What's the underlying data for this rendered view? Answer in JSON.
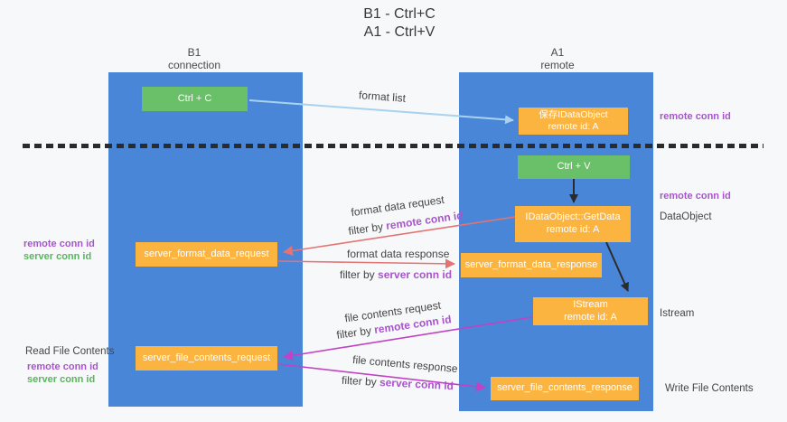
{
  "title": {
    "line1": "B1 - Ctrl+C",
    "line2": "A1 - Ctrl+V"
  },
  "columns": {
    "left": {
      "name": "B1",
      "role": "connection"
    },
    "right": {
      "name": "A1",
      "role": "remote"
    }
  },
  "nodes": {
    "ctrl_c": "Ctrl + C",
    "ctrl_v": "Ctrl + V",
    "save_dataobject_line1": "保存IDataObject",
    "save_dataobject_line2": "remote id: A",
    "getdata_line1": "IDataObject::GetData",
    "getdata_line2": "remote id: A",
    "istream_line1": "IStream",
    "istream_line2": "remote id: A",
    "format_request": "server_format_data_request",
    "format_response": "server_format_data_response",
    "file_request": "server_file_contents_request",
    "file_response": "server_file_contents_response"
  },
  "edges": {
    "format_list": "format list",
    "format_data_request": "format data request",
    "format_data_response": "format data response",
    "file_contents_request": "file contents request",
    "file_contents_response": "file contents response",
    "filter_prefix": "filter by ",
    "remote_conn_id": "remote conn id",
    "server_conn_id": "server conn id"
  },
  "side_labels": {
    "remote_conn_id": "remote conn id",
    "server_conn_id": "server conn id",
    "dataobject": "DataObject",
    "istream": "Istream",
    "read_file_contents": "Read File Contents",
    "write_file_contents": "Write File Contents"
  },
  "colors": {
    "column_blue": "#4a86d8",
    "box_green": "#6abf69",
    "box_orange": "#fcb440",
    "purple_text": "#a855cc",
    "green_text": "#5cb360",
    "red_arrow": "#e57373",
    "magenta_arrow": "#c341c3",
    "light_blue_arrow": "#a8d2f0",
    "black_arrow": "#2b2b2b"
  }
}
